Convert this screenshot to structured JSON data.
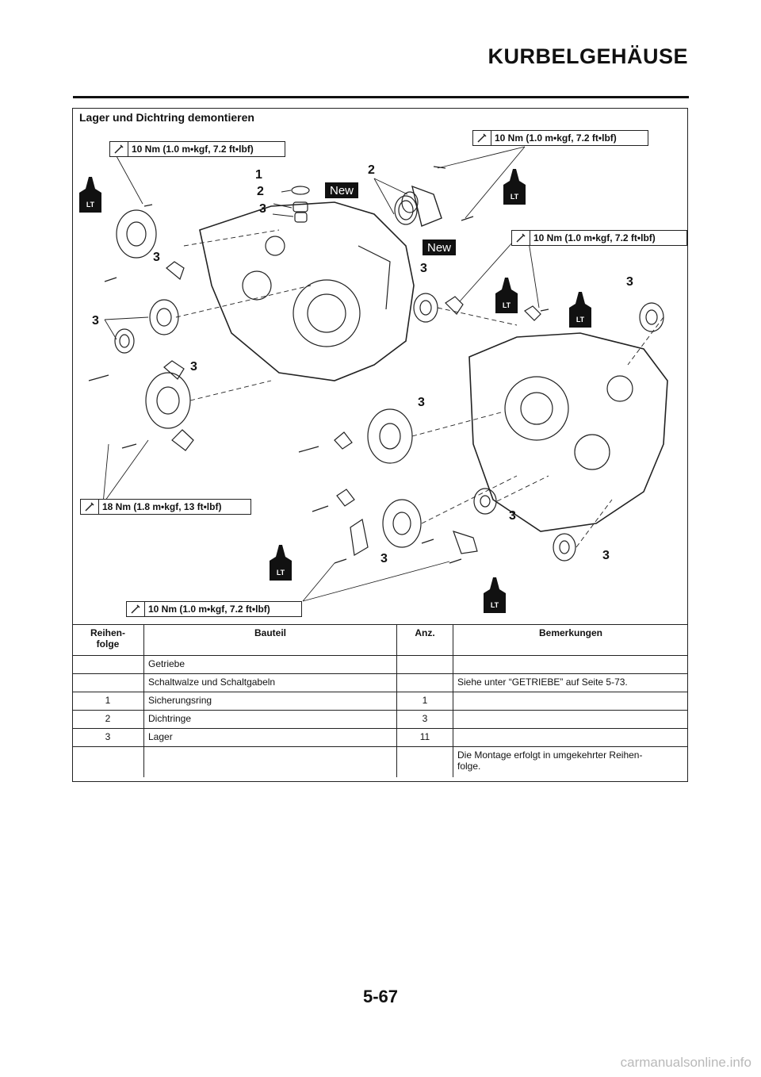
{
  "header": {
    "title": "KURBELGEHÄUSE"
  },
  "section": {
    "title": "Lager und Dichtring demontieren"
  },
  "torque_specs": [
    "10 Nm (1.0 m•kgf, 7.2 ft•lbf)",
    "10 Nm (1.0 m•kgf, 7.2 ft•lbf)",
    "10 Nm (1.0 m•kgf, 7.2 ft•lbf)",
    "18 Nm (1.8 m•kgf, 13 ft•lbf)",
    "10 Nm (1.0 m•kgf, 7.2 ft•lbf)"
  ],
  "badges": {
    "new": "New",
    "lt": "LT"
  },
  "callouts": {
    "n1": "1",
    "n2": "2",
    "n3": "3"
  },
  "table": {
    "headers": [
      "Reihen-\nfolge",
      "Bauteil",
      "Anz.",
      "Bemerkungen"
    ],
    "rows": [
      {
        "order": "",
        "part": "Getriebe",
        "qty": "",
        "remarks": ""
      },
      {
        "order": "",
        "part": "Schaltwalze und Schaltgabeln",
        "qty": "",
        "remarks": "Siehe unter “GETRIEBE” auf Seite 5-73."
      },
      {
        "order": "1",
        "part": "Sicherungsring",
        "qty": "1",
        "remarks": ""
      },
      {
        "order": "2",
        "part": "Dichtringe",
        "qty": "3",
        "remarks": ""
      },
      {
        "order": "3",
        "part": "Lager",
        "qty": "11",
        "remarks": ""
      },
      {
        "order": "",
        "part": "",
        "qty": "",
        "remarks": "Die Montage erfolgt in umgekehrter Reihen-\nfolge."
      }
    ]
  },
  "footer": {
    "page": "5-67"
  },
  "watermark": "carmanualsonline.info",
  "colors": {
    "ink": "#111111",
    "watermark": "#b9b9b9"
  }
}
